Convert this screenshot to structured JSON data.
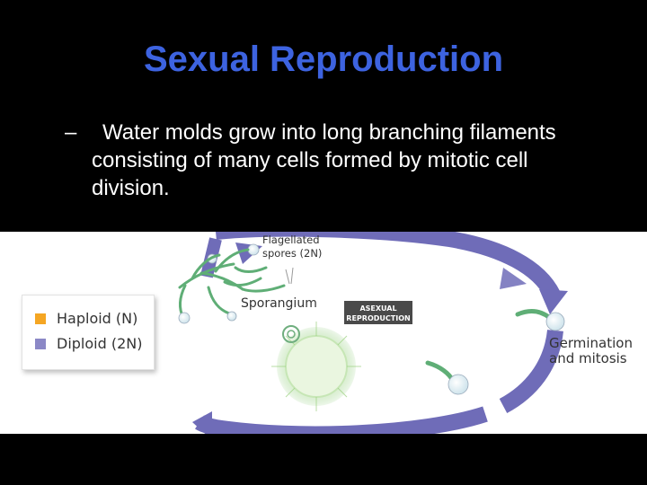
{
  "slide": {
    "title": "Sexual Reproduction",
    "bullet_marker": "–",
    "bullet_text": "Water molds grow into long branching filaments consisting of many cells formed by mitotic cell division."
  },
  "diagram": {
    "legend": [
      {
        "label": "Haploid (N)",
        "color": "#f5a623"
      },
      {
        "label": "Diploid (2N)",
        "color": "#8b88c6"
      }
    ],
    "labels": {
      "flagellated_line1": "Flagellated",
      "flagellated_line2": "spores (2N)",
      "sporangium": "Sporangium",
      "asexual_line1": "ASEXUAL",
      "asexual_line2": "REPRODUCTION",
      "germination_line1": "Germination",
      "germination_line2": "and mitosis"
    },
    "colors": {
      "cycle_arrow": "#6f6cb8",
      "filament": "#5fae76",
      "sporangium_glow": "#b8e0a8"
    }
  }
}
